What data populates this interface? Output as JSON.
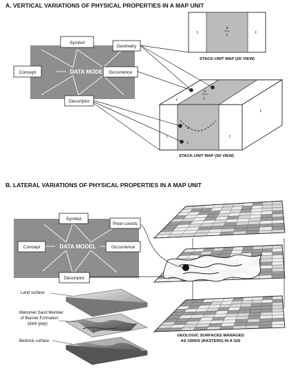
{
  "section_a": {
    "title": "A.  VERTICAL VARIATIONS OF PHYSICAL PROPERTIES IN A MAP UNIT",
    "data_model": "DATA MODEL",
    "boxes": {
      "symbol": "Symbol",
      "geometry": "Geometry",
      "concept": "Concept",
      "occurrence": "Occurrence",
      "descriptor": "Descriptor"
    },
    "map2d": {
      "caption": "STACK-UNIT MAP (2D VIEW)",
      "left": "t",
      "right": "t",
      "top": "a",
      "bottom": "t"
    },
    "map3d": {
      "caption": "STACK-UNIT MAP (3D VIEW)",
      "unit_a": "a",
      "unit_t": "t",
      "top_a": "a",
      "top_t": "t",
      "left_t": "t",
      "front_t": "t",
      "right_t": "t",
      "back_t": "t"
    }
  },
  "section_b": {
    "title": "B.  LATERAL VARIATIONS OF PHYSICAL PROPERTIES IN A MAP UNIT",
    "data_model": "DATA MODEL",
    "boxes": {
      "symbol": "Symbol",
      "pixel": "Pixel coords",
      "concept": "Concept",
      "occurrence": "Occurrence",
      "descriptor": "Descriptor"
    },
    "layers": {
      "land": "Land surface",
      "member_1": "Mahomet Sand Member",
      "member_2": "of Banner Formation",
      "member_3": "(dark gray)",
      "bedrock": "Bedrock surface"
    },
    "grid_caption_1": "GEOLOGIC SURFACES MANAGED",
    "grid_caption_2": "AS GRIDS (RASTERS) IN A GIS"
  },
  "colors": {
    "panel": "#8e8e8e",
    "cell_light": "#d9d9d9",
    "cell_dark": "#9b9b9b",
    "line": "#222222"
  }
}
